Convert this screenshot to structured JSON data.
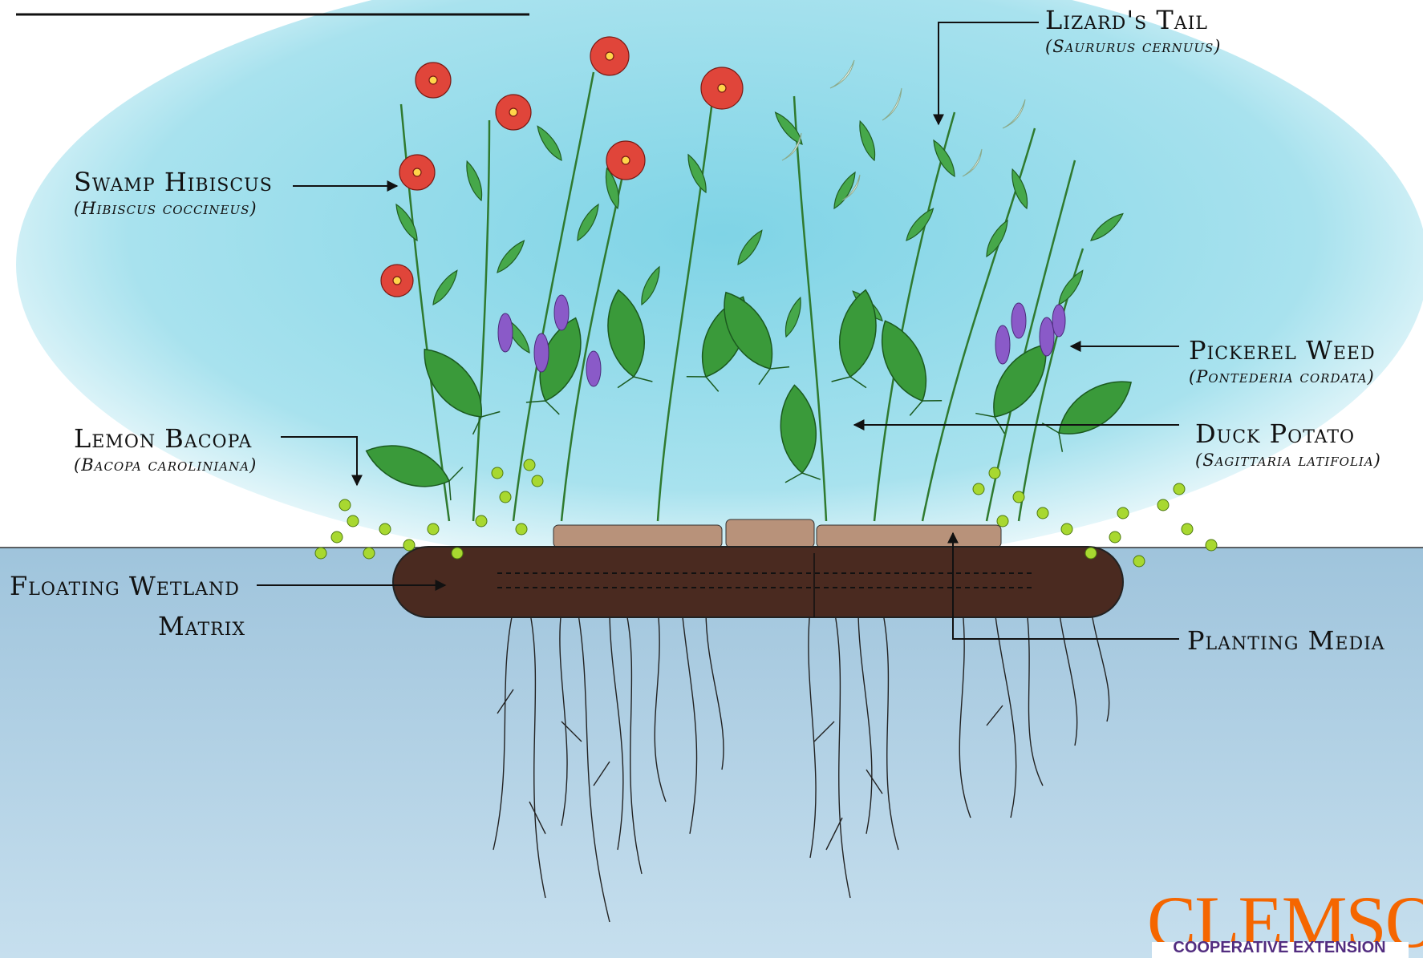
{
  "labels": {
    "lizards_tail": {
      "name": "Lizard's Tail",
      "sci": "(Saururus cernuus)"
    },
    "swamp_hibiscus": {
      "name": "Swamp Hibiscus",
      "sci": "(Hibiscus coccineus)"
    },
    "pickerel_weed": {
      "name": "Pickerel Weed",
      "sci": "(Pontederia cordata)"
    },
    "duck_potato": {
      "name": "Duck Potato",
      "sci": "(Sagittaria latifolia)"
    },
    "lemon_bacopa": {
      "name": "Lemon Bacopa",
      "sci": "(Bacopa caroliniana)"
    },
    "floating_matrix": {
      "line1": "Floating Wetland",
      "line2": "Matrix"
    },
    "planting_media": {
      "name": "Planting Media"
    }
  },
  "logo": {
    "wordmark": "CLEMSON",
    "subtitle": "COOPERATIVE EXTENSION"
  },
  "colors": {
    "sky": "#7fd4e6",
    "water": "#a9cbe0",
    "mat": "#4a2a20",
    "media": "#b8927a",
    "leaf": "#3a9a3a",
    "hibiscus": "#e0453a",
    "pickerel": "#8a5ac8",
    "bacopa": "#a8d830",
    "clemson_orange": "#f56600",
    "clemson_purple": "#522d80"
  }
}
